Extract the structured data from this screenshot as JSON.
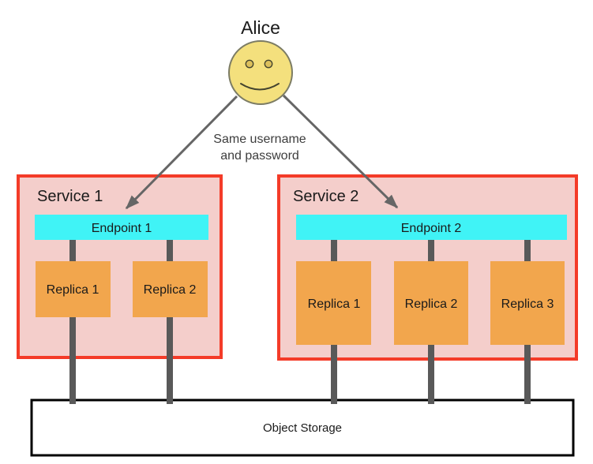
{
  "diagram": {
    "actor": {
      "label": "Alice",
      "icon": "smiley-face-icon"
    },
    "annotation": {
      "line1": "Same username",
      "line2": "and password"
    },
    "services": [
      {
        "label": "Service 1",
        "endpoint": {
          "label": "Endpoint 1"
        },
        "replicas": [
          {
            "label": "Replica 1"
          },
          {
            "label": "Replica 2"
          }
        ]
      },
      {
        "label": "Service 2",
        "endpoint": {
          "label": "Endpoint 2"
        },
        "replicas": [
          {
            "label": "Replica 1"
          },
          {
            "label": "Replica 2"
          },
          {
            "label": "Replica 3"
          }
        ]
      }
    ],
    "storage": {
      "label": "Object Storage"
    },
    "colors": {
      "service_fill": "#f4cecb",
      "service_border": "#f43b28",
      "endpoint_fill": "#40f3f6",
      "replica_fill": "#f2a64d",
      "face_fill": "#f4e07d",
      "face_stroke": "#7c7c64",
      "eye_fill": "#dcc05c",
      "eye_stroke": "#44442f",
      "mouth_stroke": "#44442f",
      "arrow": "#666666",
      "connector": "#595959",
      "storage_fill": "#ffffff",
      "storage_border": "#000000",
      "text": "#1a1a1a",
      "annotation_text": "#3d3d3d"
    }
  }
}
